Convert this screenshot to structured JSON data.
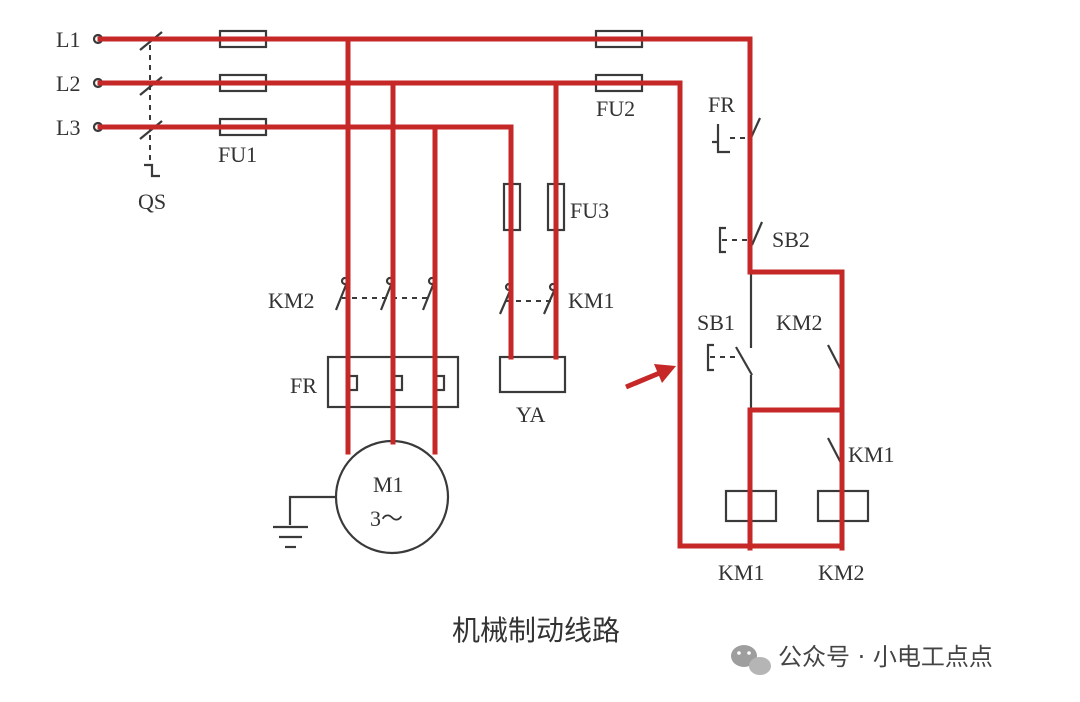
{
  "labels": {
    "l1": "L1",
    "l2": "L2",
    "l3": "L3",
    "qs": "QS",
    "fu1": "FU1",
    "fu2": "FU2",
    "fu3": "FU3",
    "km2_main": "KM2",
    "km1_main": "KM1",
    "fr_heater": "FR",
    "ya": "YA",
    "motor_name": "M1",
    "motor_phase": "3～",
    "fr_contact": "FR",
    "sb2": "SB2",
    "sb1": "SB1",
    "km2_aux": "KM2",
    "km1_aux": "KM1",
    "km1_coil": "KM1",
    "km2_coil": "KM2"
  },
  "caption": "机械制动线路",
  "watermark": "公众号 · 小电工点点",
  "colors": {
    "highlight": "#c62828",
    "ink": "#3a3a3a",
    "wechat_icon": "#9e9e9e"
  }
}
